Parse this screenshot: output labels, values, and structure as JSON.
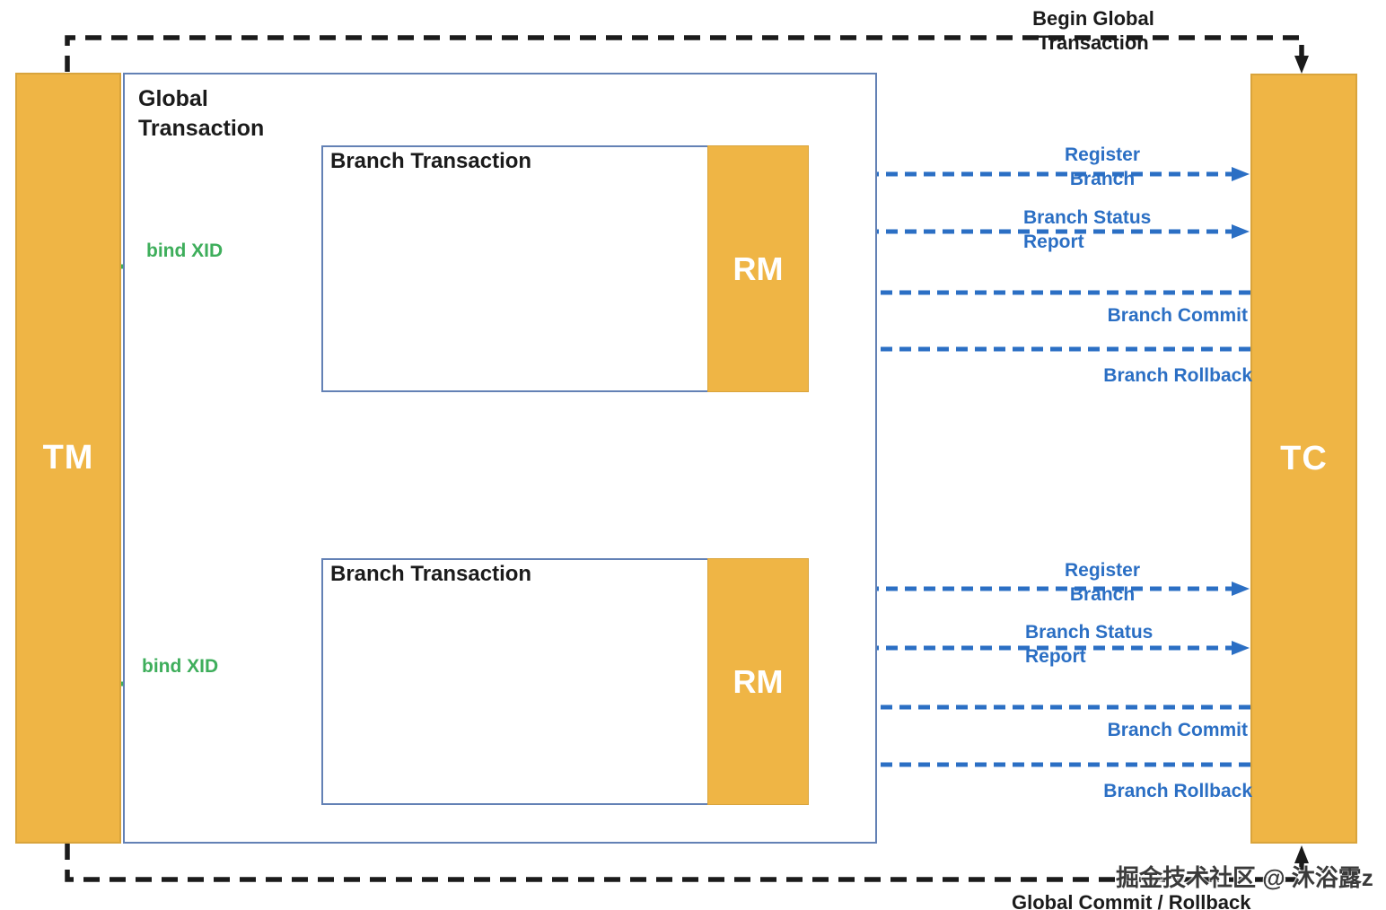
{
  "labels": {
    "begin_global_transaction": "Begin Global Transaction",
    "global_commit_rollback": "Global Commit / Rollback"
  },
  "nodes": {
    "tm": "TM",
    "tc": "TC",
    "global_transaction": "Global Transaction"
  },
  "branches": [
    {
      "title": "Branch Transaction",
      "rm": "RM",
      "bind_xid": "bind XID",
      "register_branch": "Register Branch",
      "branch_status_report": "Branch Status Report",
      "branch_commit": "Branch Commit",
      "branch_rollback": "Branch Rollback"
    },
    {
      "title": "Branch Transaction",
      "rm": "RM",
      "bind_xid": "bind XID",
      "register_branch": "Register Branch",
      "branch_status_report": "Branch Status Report",
      "branch_commit": "Branch Commit",
      "branch_rollback": "Branch Rollback"
    }
  ],
  "watermark": "掘金技术社区 @ 沐浴露z",
  "colors": {
    "node_yellow": "#EFB545",
    "node_yellow_border": "#D9A43C",
    "box_border_blue": "#6381B5",
    "arrow_blue": "#2B6FC4",
    "arrow_green": "#3EAE5B",
    "arrow_black": "#1B1B1B"
  }
}
